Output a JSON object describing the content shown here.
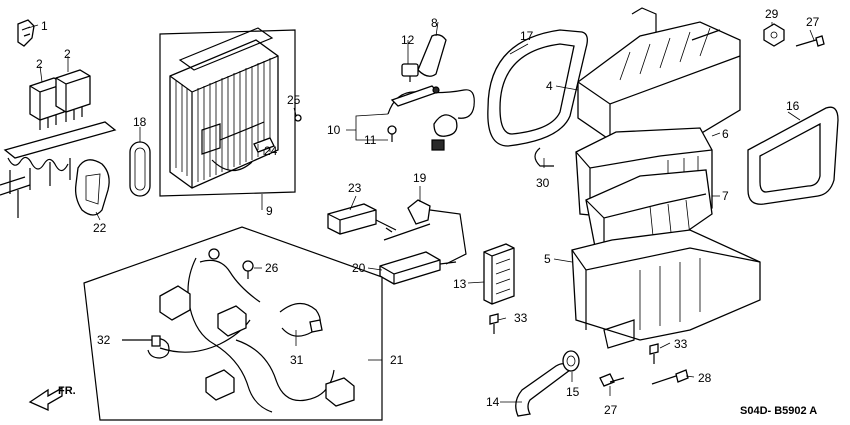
{
  "diagram": {
    "labels": [
      "1",
      "2",
      "2",
      "18",
      "22",
      "9",
      "24",
      "25",
      "8",
      "12",
      "10",
      "11",
      "23",
      "19",
      "20",
      "13",
      "26",
      "21",
      "32",
      "31",
      "17",
      "4",
      "30",
      "6",
      "7",
      "5",
      "29",
      "27",
      "16",
      "33",
      "33",
      "15",
      "14",
      "27",
      "28"
    ],
    "diagram_code": "S04D- B5902 A",
    "direction_label": "FR."
  }
}
